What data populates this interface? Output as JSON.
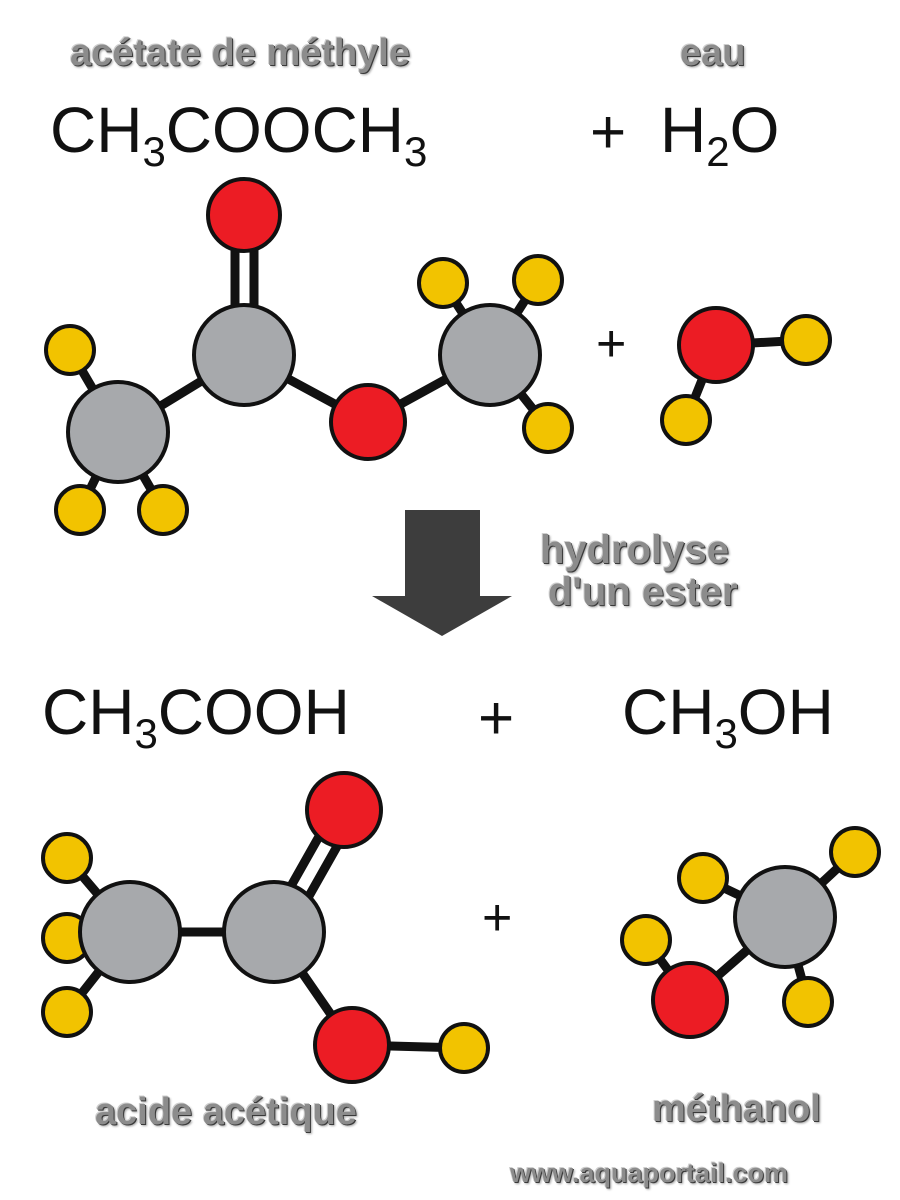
{
  "names": {
    "methyl_acetate": "acétate de méthyle",
    "water": "eau",
    "acetic_acid": "acide acétique",
    "methanol": "méthanol"
  },
  "formulas": {
    "methyl_acetate": {
      "a": "CH",
      "s1": "3",
      "b": "COOCH",
      "s2": "3"
    },
    "water": {
      "a": "H",
      "s1": "2",
      "b": "O"
    },
    "acetic_acid": {
      "a": "CH",
      "s1": "3",
      "b": "COOH"
    },
    "methanol": {
      "a": "CH",
      "s1": "3",
      "b": "OH"
    }
  },
  "operators": {
    "plus_top_formula": "+",
    "plus_top_molecule": "+",
    "plus_bottom_formula": "+",
    "plus_bottom_molecule": "+"
  },
  "reaction": {
    "line1": "hydrolyse",
    "line2": "d'un ester"
  },
  "watermark": "www.aquaportail.com",
  "colors": {
    "carbon": "#a7a9ac",
    "oxygen": "#ec1c24",
    "hydrogen": "#f2c300",
    "outline": "#111111",
    "arrow": "#3d3d3d",
    "label": "#8c8c8c"
  }
}
